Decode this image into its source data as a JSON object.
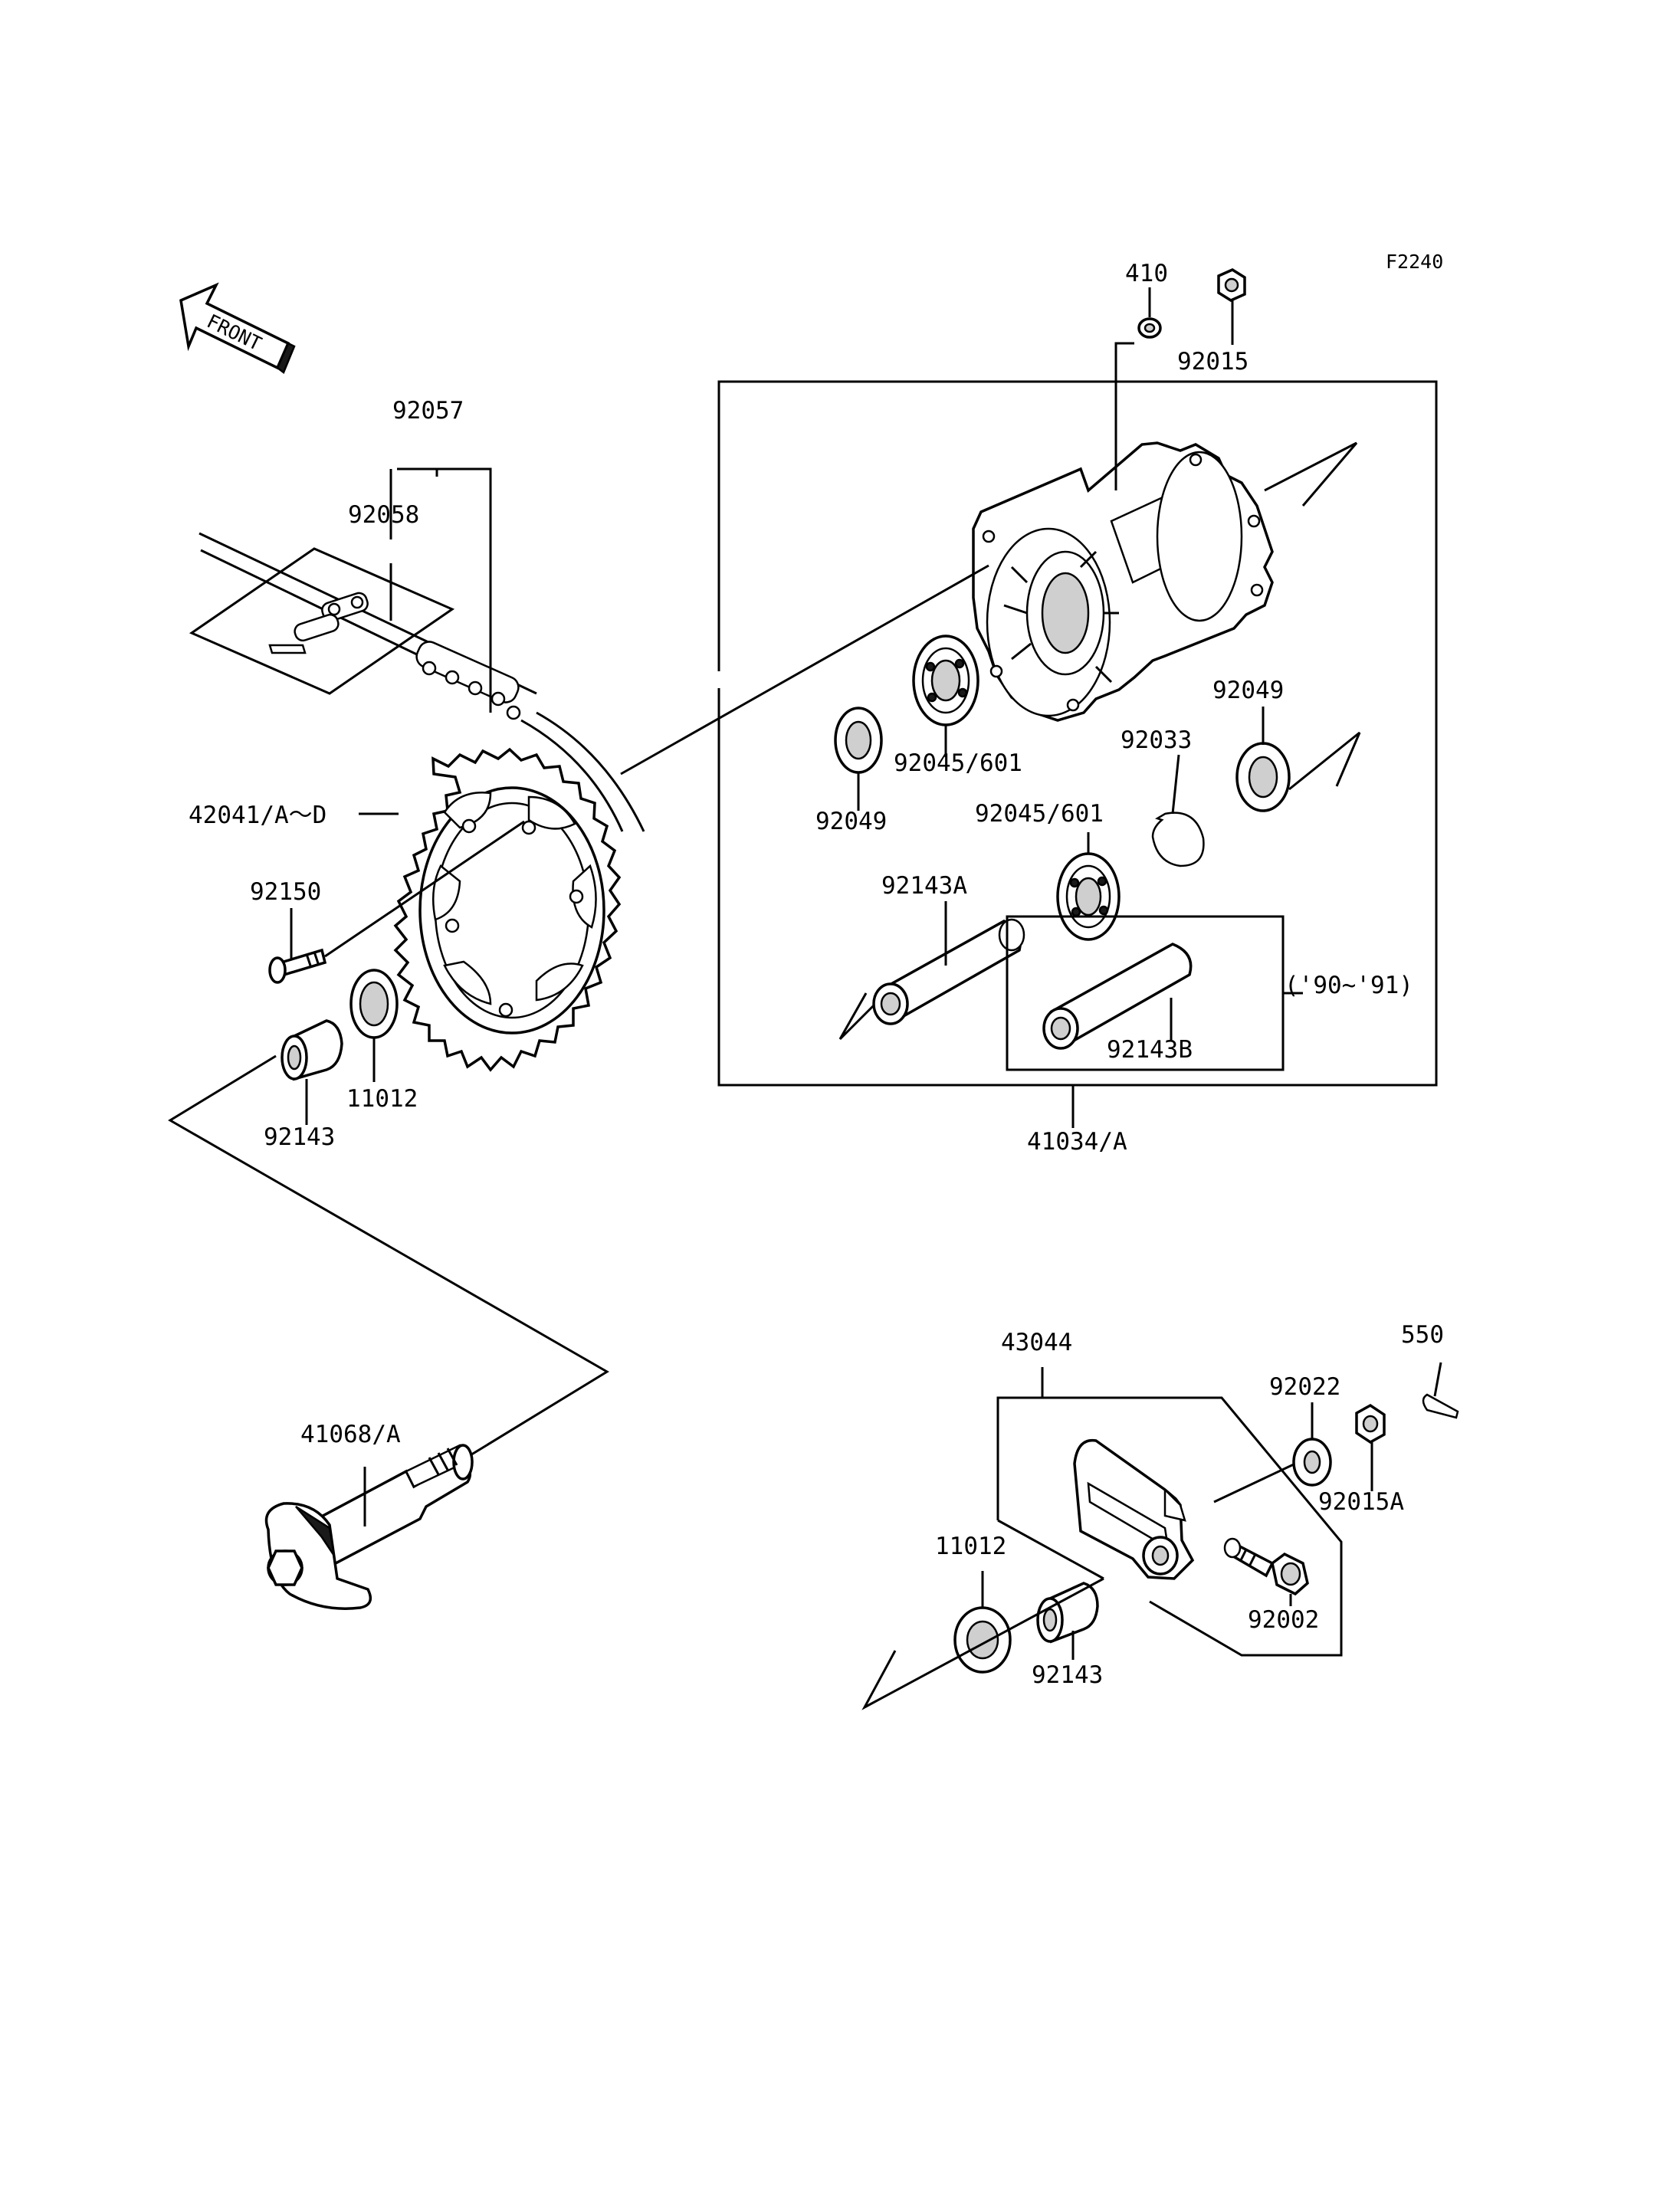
{
  "figure_code": "F2240",
  "front_label": "FRONT",
  "labels": {
    "p410": "410",
    "p92015": "92015",
    "p92057": "92057",
    "p92058": "92058",
    "p92049_right": "92049",
    "p92033": "92033",
    "p92045_top": "92045/601",
    "p92049_left": "92049",
    "p42041": "42041/A～D",
    "p92045_mid": "92045/601",
    "p92143A": "92143A",
    "p92150": "92150",
    "p_years": "('90~'91)",
    "p92143B": "92143B",
    "p11012_left": "11012",
    "p92143_left": "92143",
    "p41034": "41034/A",
    "p43044": "43044",
    "p550": "550",
    "p92022": "92022",
    "p92015A": "92015A",
    "p41068": "41068/A",
    "p11012_right": "11012",
    "p92002": "92002",
    "p92143_right": "92143"
  }
}
